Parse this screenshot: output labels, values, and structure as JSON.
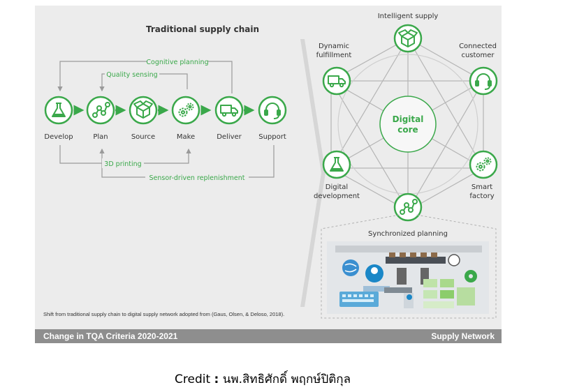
{
  "traditional": {
    "title": "Traditional supply chain",
    "stages": [
      {
        "label": "Develop",
        "icon": "flask-icon"
      },
      {
        "label": "Plan",
        "icon": "network-icon"
      },
      {
        "label": "Source",
        "icon": "box-icon"
      },
      {
        "label": "Make",
        "icon": "gears-icon"
      },
      {
        "label": "Deliver",
        "icon": "truck-icon"
      },
      {
        "label": "Support",
        "icon": "headset-icon"
      }
    ],
    "loops": {
      "cognitive": "Cognitive planning",
      "quality": "Quality sensing",
      "printing": "3D printing",
      "replenish": "Sensor-driven replenishment"
    }
  },
  "network": {
    "core": [
      "Digital",
      "core"
    ],
    "nodes": {
      "top": {
        "lines": [
          "Intelligent supply"
        ],
        "icon": "box-icon"
      },
      "top_right": {
        "lines": [
          "Connected",
          "customer"
        ],
        "icon": "headset-icon"
      },
      "bottom_right": {
        "lines": [
          "Smart",
          "factory"
        ],
        "icon": "gears-icon"
      },
      "bottom": {
        "lines": [
          "Synchronized planning"
        ],
        "icon": "network-icon"
      },
      "bottom_left": {
        "lines": [
          "Digital",
          "development"
        ],
        "icon": "flask-icon"
      },
      "top_left": {
        "lines": [
          "Dynamic",
          "fulfillment"
        ],
        "icon": "truck-icon"
      }
    }
  },
  "source_note": "Shift from traditional supply chain to digital supply network adopted from (Gaus, Olsen, & Deloso, 2018).",
  "footer": {
    "left": "Change in TQA Criteria 2020-2021",
    "right": "Supply Network"
  },
  "credit": {
    "prefix": "Credit",
    "colon": ":",
    "name": "นพ.สิทธิศักดิ์ พฤกษ์ปิติกุล"
  },
  "colors": {
    "green": "#3aa84a",
    "slide_bg": "#ececec",
    "footer_bg": "#8e8e8e",
    "line": "#b5b5b5"
  }
}
